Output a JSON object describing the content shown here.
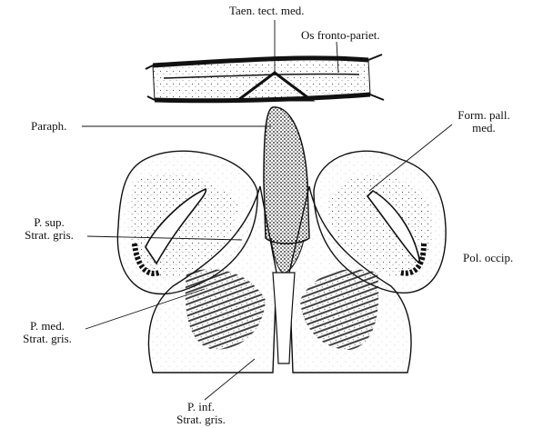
{
  "labels": {
    "taen": "Taen. tect. med.",
    "os": "Os fronto-pariet.",
    "paraph": "Paraph.",
    "form_line1": "Form. pall.",
    "form_line2": "med.",
    "psup_line1": "P. sup.",
    "psup_line2": "Strat. gris.",
    "pol": "Pol. occip.",
    "pmed_line1": "P. med.",
    "pmed_line2": "Strat. gris.",
    "pinf_line1": "P. inf.",
    "pinf_line2": "Strat. gris."
  },
  "colors": {
    "ink": "#111111",
    "paper": "#ffffff"
  }
}
